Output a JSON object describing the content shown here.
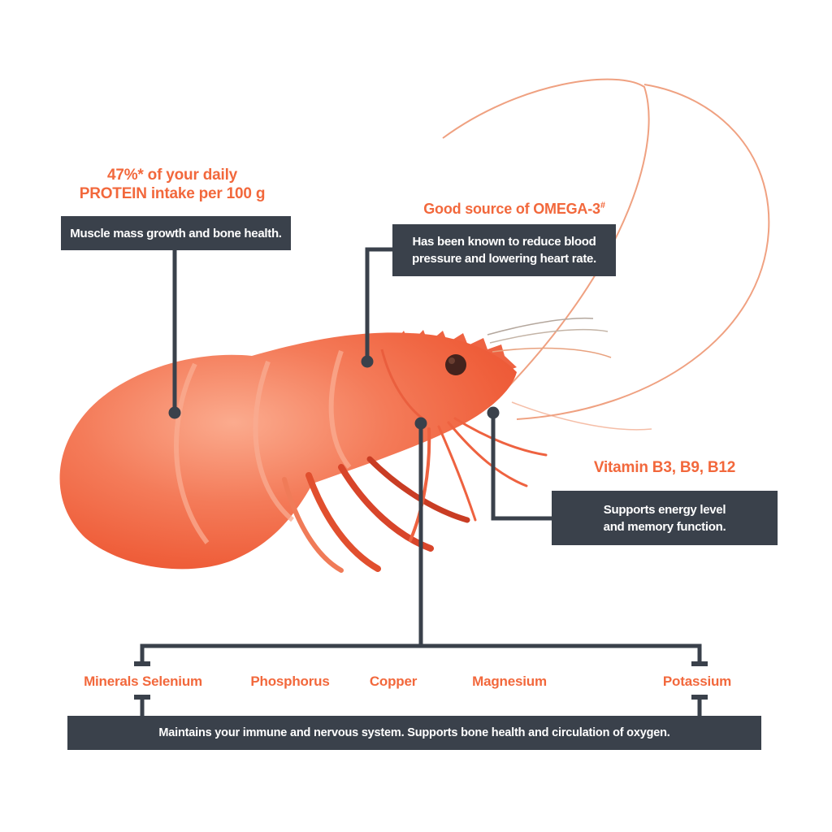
{
  "palette": {
    "accent_orange": "#f2683c",
    "callout_box_background": "#3a414b",
    "callout_box_text": "#ffffff",
    "connector_color": "#3a414b"
  },
  "illustration": {
    "subject": "cooked whole shrimp (prawn) with long antennae"
  },
  "callouts": {
    "protein": {
      "heading_line1": "47%* of your daily",
      "heading_line2": "PROTEIN intake per 100 g",
      "box": "Muscle mass growth and bone health."
    },
    "omega3": {
      "heading": "Good source of OMEGA-3",
      "heading_sup": "#",
      "box_line1": "Has been known to reduce blood",
      "box_line2": "pressure and lowering heart rate."
    },
    "vitamins": {
      "heading": "Vitamin B3, B9, B12",
      "box_line1": "Supports energy level",
      "box_line2": "and memory function."
    },
    "minerals": {
      "labels": [
        "Minerals Selenium",
        "Phosphorus",
        "Copper",
        "Magnesium",
        "Potassium"
      ],
      "box": "Maintains your immune and nervous system. Supports bone health and circulation of oxygen."
    }
  }
}
